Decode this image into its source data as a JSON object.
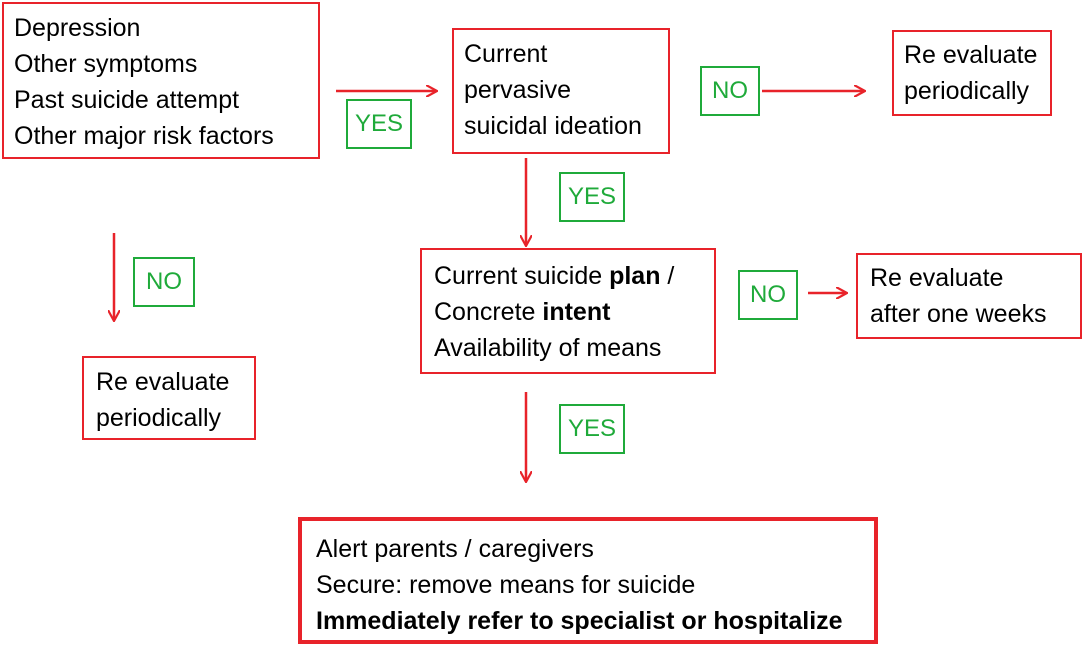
{
  "colors": {
    "box_border": "#e8232a",
    "arrow": "#e8232a",
    "label": "#1faa3a"
  },
  "nodes": {
    "risk": {
      "lines": [
        "Depression",
        "Other symptoms",
        "Past suicide attempt",
        "Other major risk factors"
      ]
    },
    "ideation": {
      "lines": [
        "Current",
        "pervasive",
        "suicidal ideation"
      ]
    },
    "reeval_top": {
      "lines": [
        "Re evaluate",
        "periodically"
      ]
    },
    "reeval_left": {
      "lines": [
        "Re evaluate",
        "periodically"
      ]
    },
    "plan": {
      "line1_pre": "Current suicide ",
      "line1_bold": "plan",
      "line1_post": " /",
      "line2_pre": "Concrete ",
      "line2_bold": "intent",
      "line3": "Availability of means"
    },
    "reeval_week": {
      "lines": [
        "Re evaluate",
        "after one weeks"
      ]
    },
    "action": {
      "lines": [
        "Alert parents / caregivers",
        "Secure: remove means for suicide",
        "Immediately refer to specialist or hospitalize"
      ]
    }
  },
  "edges": {
    "risk_to_ideation": "YES",
    "ideation_to_reeval": "NO",
    "ideation_to_plan": "YES",
    "risk_to_reeval": "NO",
    "plan_to_reeval": "NO",
    "plan_to_action": "YES"
  }
}
